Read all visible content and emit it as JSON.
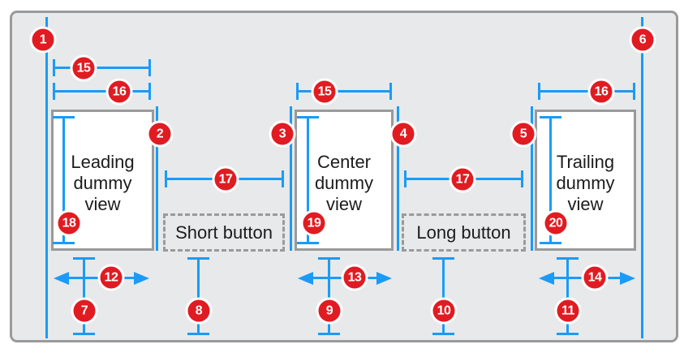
{
  "badges": {
    "n1": "1",
    "n2": "2",
    "n3": "3",
    "n4": "4",
    "n5": "5",
    "n6": "6",
    "n7": "7",
    "n8": "8",
    "n9": "9",
    "n10": "10",
    "n11": "11",
    "n12": "12",
    "n13": "13",
    "n14": "14",
    "n15": "15",
    "n16": "16",
    "n17": "17",
    "n18": "18",
    "n19": "19",
    "n20": "20"
  },
  "views": [
    {
      "name": "leading",
      "lines": [
        "Leading",
        "dummy",
        "view"
      ]
    },
    {
      "name": "center",
      "lines": [
        "Center",
        "dummy",
        "view"
      ]
    },
    {
      "name": "trailing",
      "lines": [
        "Trailing",
        "dummy",
        "view"
      ]
    }
  ],
  "buttons": [
    {
      "label": "Short button"
    },
    {
      "label": "Long button"
    }
  ],
  "colors": {
    "accent-blue": "#1a9bf7",
    "badge-red": "#e11b22",
    "border-gray": "#9a9a9a",
    "panel-bg": "#e8e9ea",
    "text-color": "#1c1c1c"
  }
}
